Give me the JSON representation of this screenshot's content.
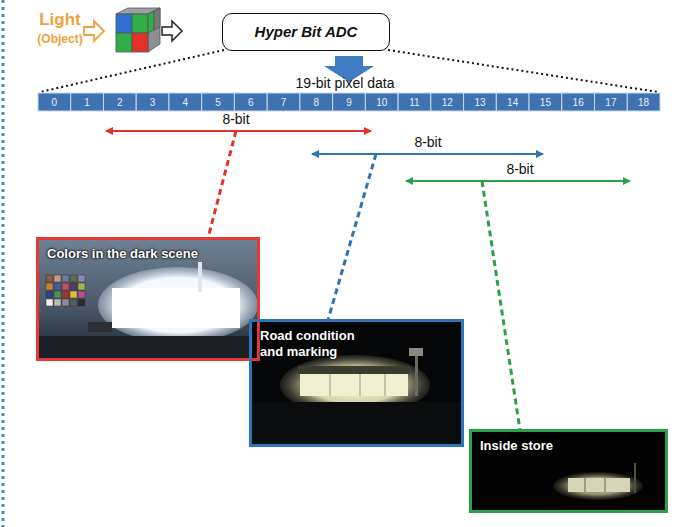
{
  "diagram": {
    "nodes": [
      {
        "text": [
          "Hyper Bit ADC"
        ]
      },
      {
        "text": [
          "Colors in the dark scene"
        ]
      },
      {
        "text": [
          "Road condition and marking"
        ]
      },
      {
        "text": [
          "Inside store"
        ]
      }
    ],
    "labels": [
      "Light",
      "(Object)",
      "19-bit pixel data",
      "0",
      "1",
      "2",
      "3",
      "4",
      "5",
      "6",
      "7",
      "8",
      "9",
      "10",
      "11",
      "12",
      "13",
      "14",
      "15",
      "16",
      "17",
      "18",
      "8-bit",
      "8-bit",
      "8-bit"
    ]
  }
}
